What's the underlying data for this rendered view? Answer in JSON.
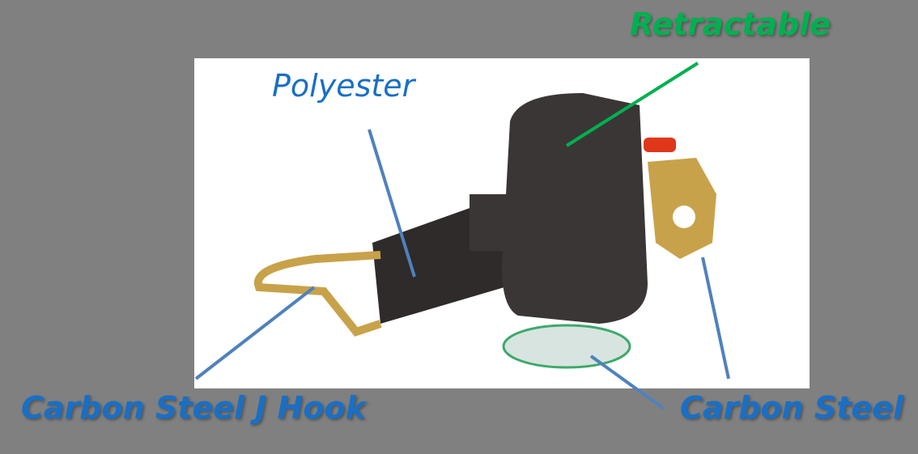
{
  "diagram": {
    "subject": "Retractable seat belt with J hook",
    "labels": {
      "retractable": "Retractable",
      "polyester": "Polyester",
      "j_hook": "Carbon Steel J Hook",
      "carbon_steel": "Carbon Steel"
    },
    "colors": {
      "background": "#808080",
      "photo_bg": "#ffffff",
      "green_label": "#00b050",
      "blue_label": "#1a6fc4",
      "leader_blue": "#4f81bd",
      "retractor_body": "#3a3635",
      "hook_metal": "#c8a24a"
    }
  }
}
